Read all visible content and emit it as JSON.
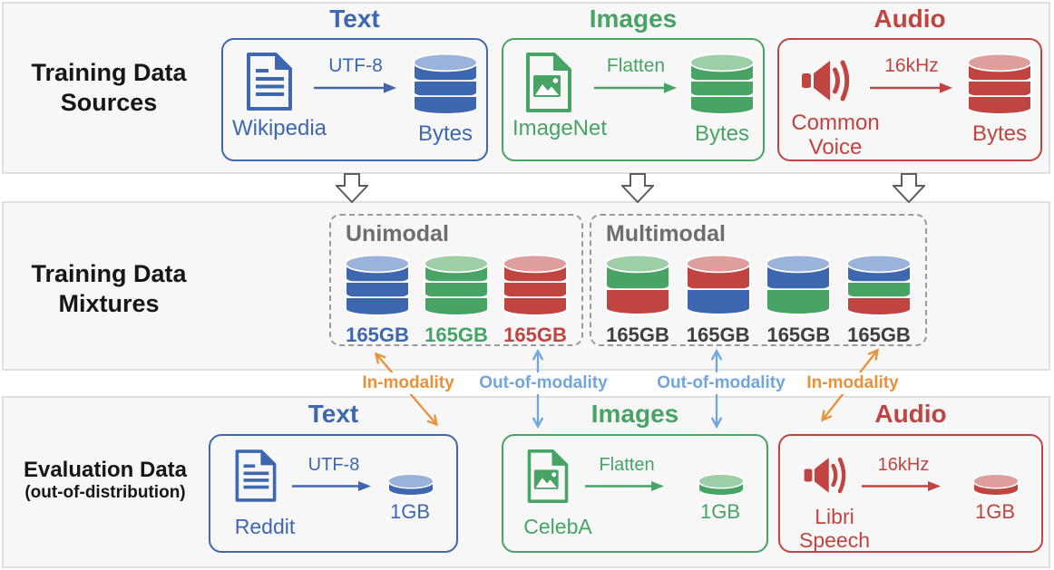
{
  "colors": {
    "blue": "#3D68AF",
    "blue_light": "#9AB3DB",
    "green": "#47A464",
    "green_light": "#9CCFA6",
    "red": "#C04540",
    "red_light": "#DE9E9C",
    "orange": "#E8913B",
    "sky": "#72A5DE",
    "gray": "#6E6E6E",
    "dark": "#3C4043",
    "panel_bg": "#F7F7F7",
    "panel_border": "#E0E0E0"
  },
  "icons": {
    "document": "document-icon",
    "image_file": "image-file-icon",
    "speaker": "speaker-icon",
    "database": "database-cylinder-icon",
    "down_arrow": "block-down-arrow-icon",
    "right_arrow": "right-arrow-icon",
    "bidirectional_arrow": "bidirectional-arrow-icon"
  },
  "panels": {
    "sources": {
      "line1": "Training Data",
      "line2": "Sources"
    },
    "mixtures": {
      "line1": "Training Data",
      "line2": "Mixtures"
    },
    "evaluation": {
      "line1": "Evaluation Data",
      "line2": "(out-of-distribution)"
    }
  },
  "sources": {
    "text": {
      "title": "Text",
      "source": "Wikipedia",
      "transform": "UTF-8",
      "output": "Bytes",
      "db": {
        "bands": [
          "blue",
          "blue",
          "blue"
        ]
      }
    },
    "images": {
      "title": "Images",
      "source": "ImageNet",
      "transform": "Flatten",
      "output": "Bytes",
      "db": {
        "bands": [
          "green",
          "green",
          "green"
        ]
      }
    },
    "audio": {
      "title": "Audio",
      "source": "Common Voice",
      "transform": "16kHz",
      "output": "Bytes",
      "db": {
        "bands": [
          "red",
          "red",
          "red"
        ]
      }
    }
  },
  "mixtures": {
    "unimodal": {
      "title": "Unimodal",
      "cylinders": [
        {
          "bands": [
            "blue",
            "blue",
            "blue"
          ],
          "label": "165GB",
          "label_color": "blue"
        },
        {
          "bands": [
            "green",
            "green",
            "green"
          ],
          "label": "165GB",
          "label_color": "green"
        },
        {
          "bands": [
            "red",
            "red",
            "red"
          ],
          "label": "165GB",
          "label_color": "red"
        }
      ]
    },
    "multimodal": {
      "title": "Multimodal",
      "cylinders": [
        {
          "bands": [
            "green",
            "red"
          ],
          "label": "165GB",
          "label_color": "dark"
        },
        {
          "bands": [
            "red",
            "blue"
          ],
          "label": "165GB",
          "label_color": "dark"
        },
        {
          "bands": [
            "blue",
            "green"
          ],
          "label": "165GB",
          "label_color": "dark"
        },
        {
          "bands": [
            "blue",
            "green",
            "red"
          ],
          "label": "165GB",
          "label_color": "dark"
        }
      ]
    }
  },
  "flows": {
    "in_modality_left": {
      "label": "In-modality"
    },
    "out_of_modality_left": {
      "label": "Out-of-modality"
    },
    "out_of_modality_right": {
      "label": "Out-of-modality"
    },
    "in_modality_right": {
      "label": "In-modality"
    }
  },
  "evaluation": {
    "text": {
      "title": "Text",
      "source": "Reddit",
      "transform": "UTF-8",
      "output": "1GB",
      "disc": {
        "color": "blue"
      }
    },
    "images": {
      "title": "Images",
      "source": "CelebA",
      "transform": "Flatten",
      "output": "1GB",
      "disc": {
        "color": "green"
      }
    },
    "audio": {
      "title": "Audio",
      "source": "Libri Speech",
      "transform": "16kHz",
      "output": "1GB",
      "disc": {
        "color": "red"
      }
    }
  }
}
